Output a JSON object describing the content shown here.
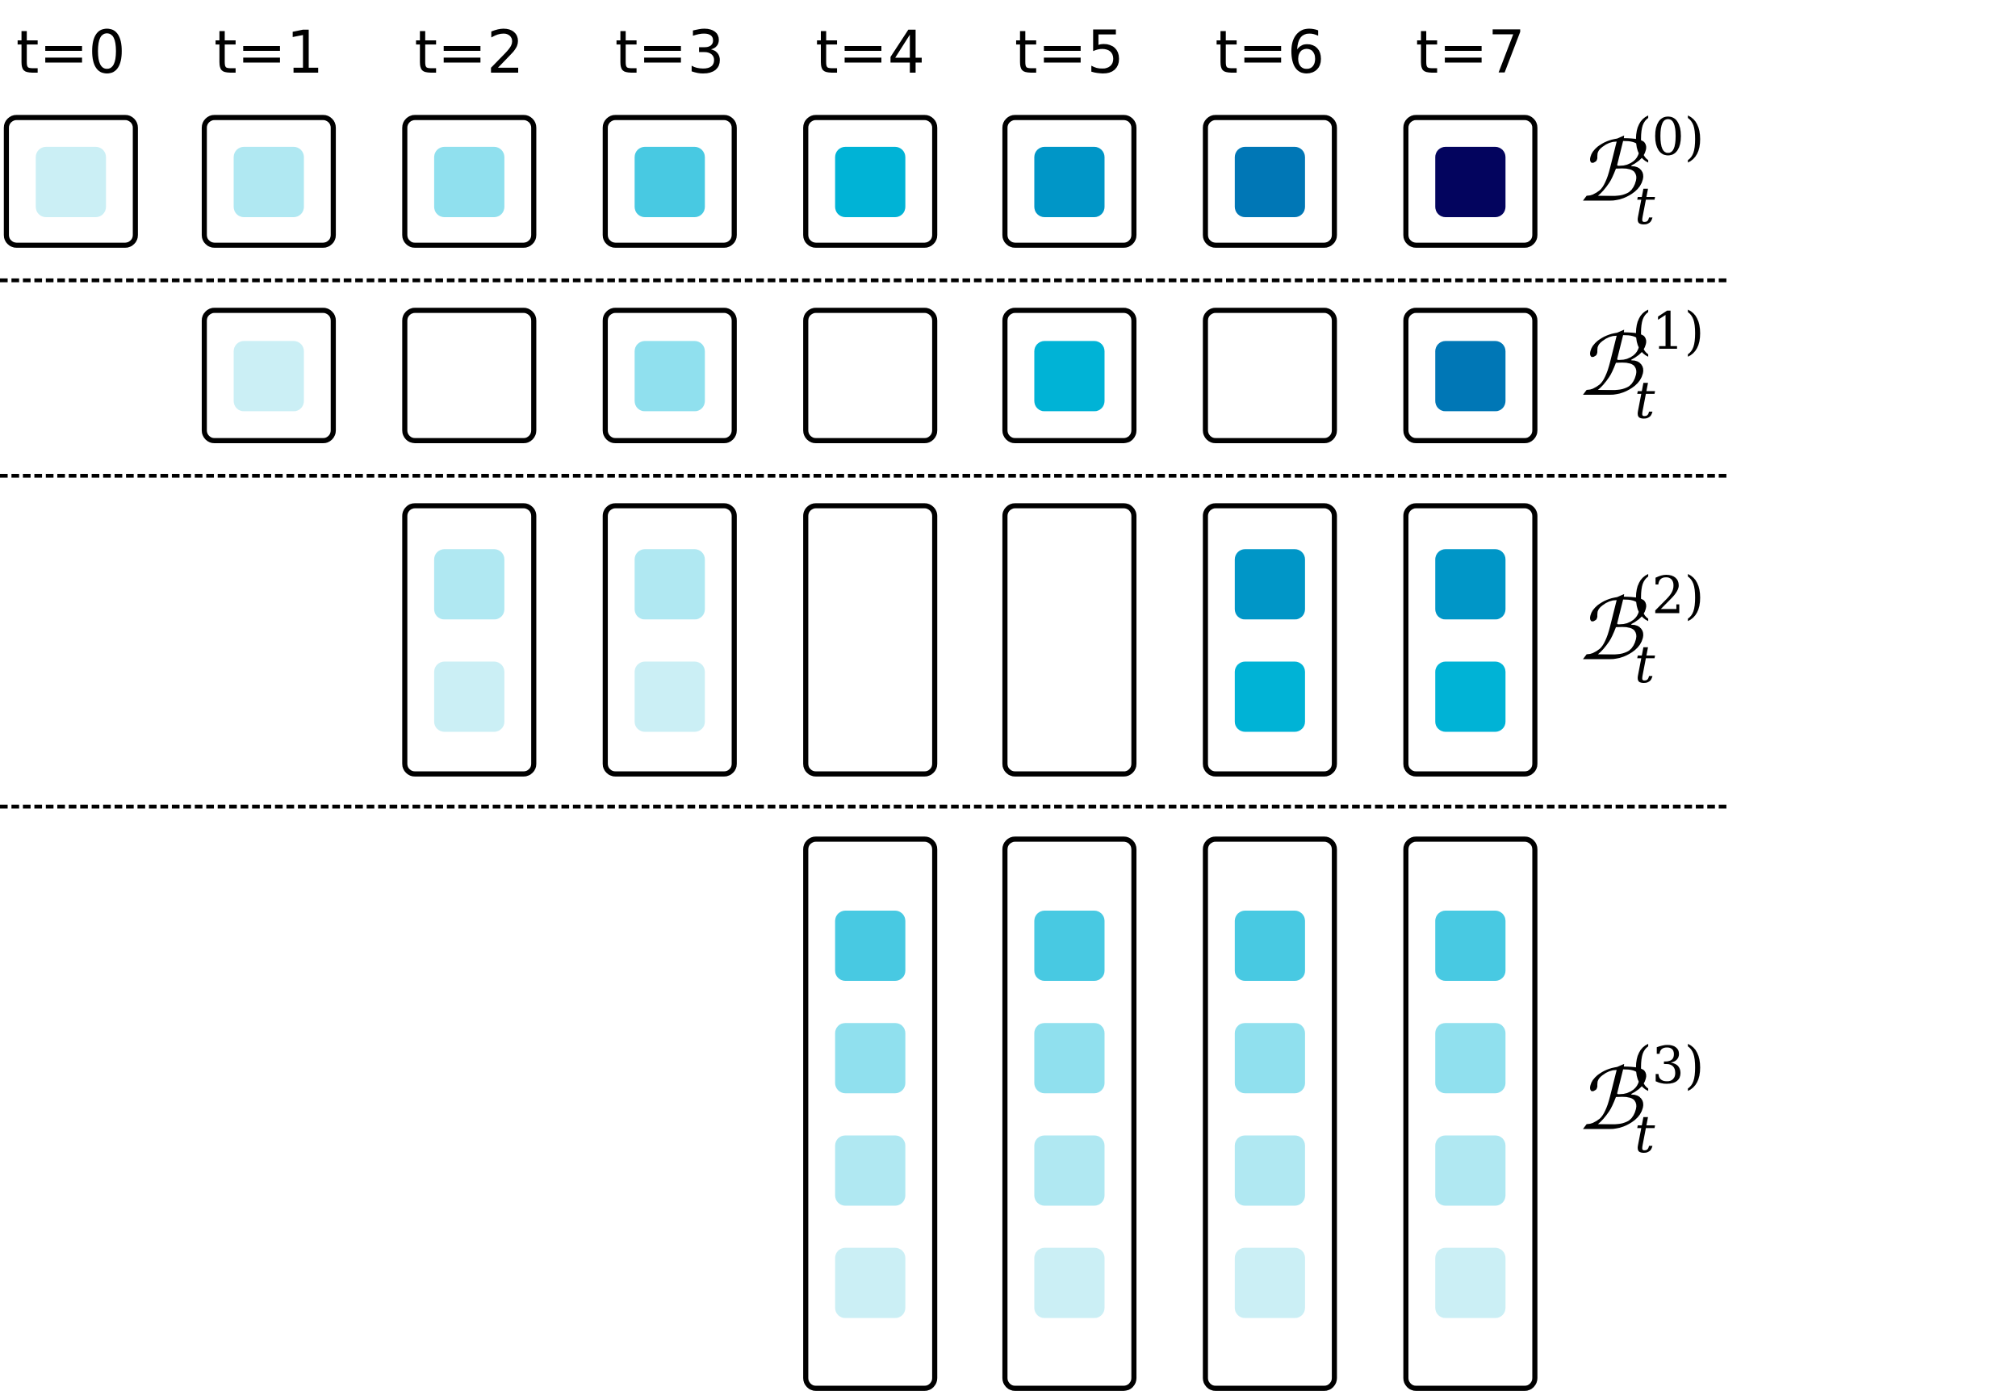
{
  "time_labels": [
    "t=0",
    "t=1",
    "t=2",
    "t=3",
    "t=4",
    "t=5",
    "t=6",
    "t=7"
  ],
  "rows": [
    {
      "symbol": "ℬ",
      "superscript": "(0)",
      "subscript": "t",
      "cells": [
        [
          "#cbeff5"
        ],
        [
          "#b0e8f2"
        ],
        [
          "#90e0ee"
        ],
        [
          "#48c9e2"
        ],
        [
          "#00b3d6"
        ],
        [
          "#0096c7"
        ],
        [
          "#0077b6"
        ],
        [
          "#03045e"
        ]
      ]
    },
    {
      "symbol": "ℬ",
      "superscript": "(1)",
      "subscript": "t",
      "cells": [
        null,
        [
          "#cbeff5"
        ],
        [],
        [
          "#90e0ee"
        ],
        [],
        [
          "#00b3d6"
        ],
        [],
        [
          "#0077b6"
        ]
      ]
    },
    {
      "symbol": "ℬ",
      "superscript": "(2)",
      "subscript": "t",
      "cells": [
        null,
        null,
        [
          "#b0e8f2",
          "#cbeff5"
        ],
        [
          "#b0e8f2",
          "#cbeff5"
        ],
        [],
        [],
        [
          "#0096c7",
          "#00b3d6"
        ],
        [
          "#0096c7",
          "#00b3d6"
        ]
      ]
    },
    {
      "symbol": "ℬ",
      "superscript": "(3)",
      "subscript": "t",
      "cells": [
        null,
        null,
        null,
        null,
        [
          "#48c9e2",
          "#90e0ee",
          "#b0e8f2",
          "#cbeff5"
        ],
        [
          "#48c9e2",
          "#90e0ee",
          "#b0e8f2",
          "#cbeff5"
        ],
        [
          "#48c9e2",
          "#90e0ee",
          "#b0e8f2",
          "#cbeff5"
        ],
        [
          "#48c9e2",
          "#90e0ee",
          "#b0e8f2",
          "#cbeff5"
        ]
      ]
    }
  ]
}
